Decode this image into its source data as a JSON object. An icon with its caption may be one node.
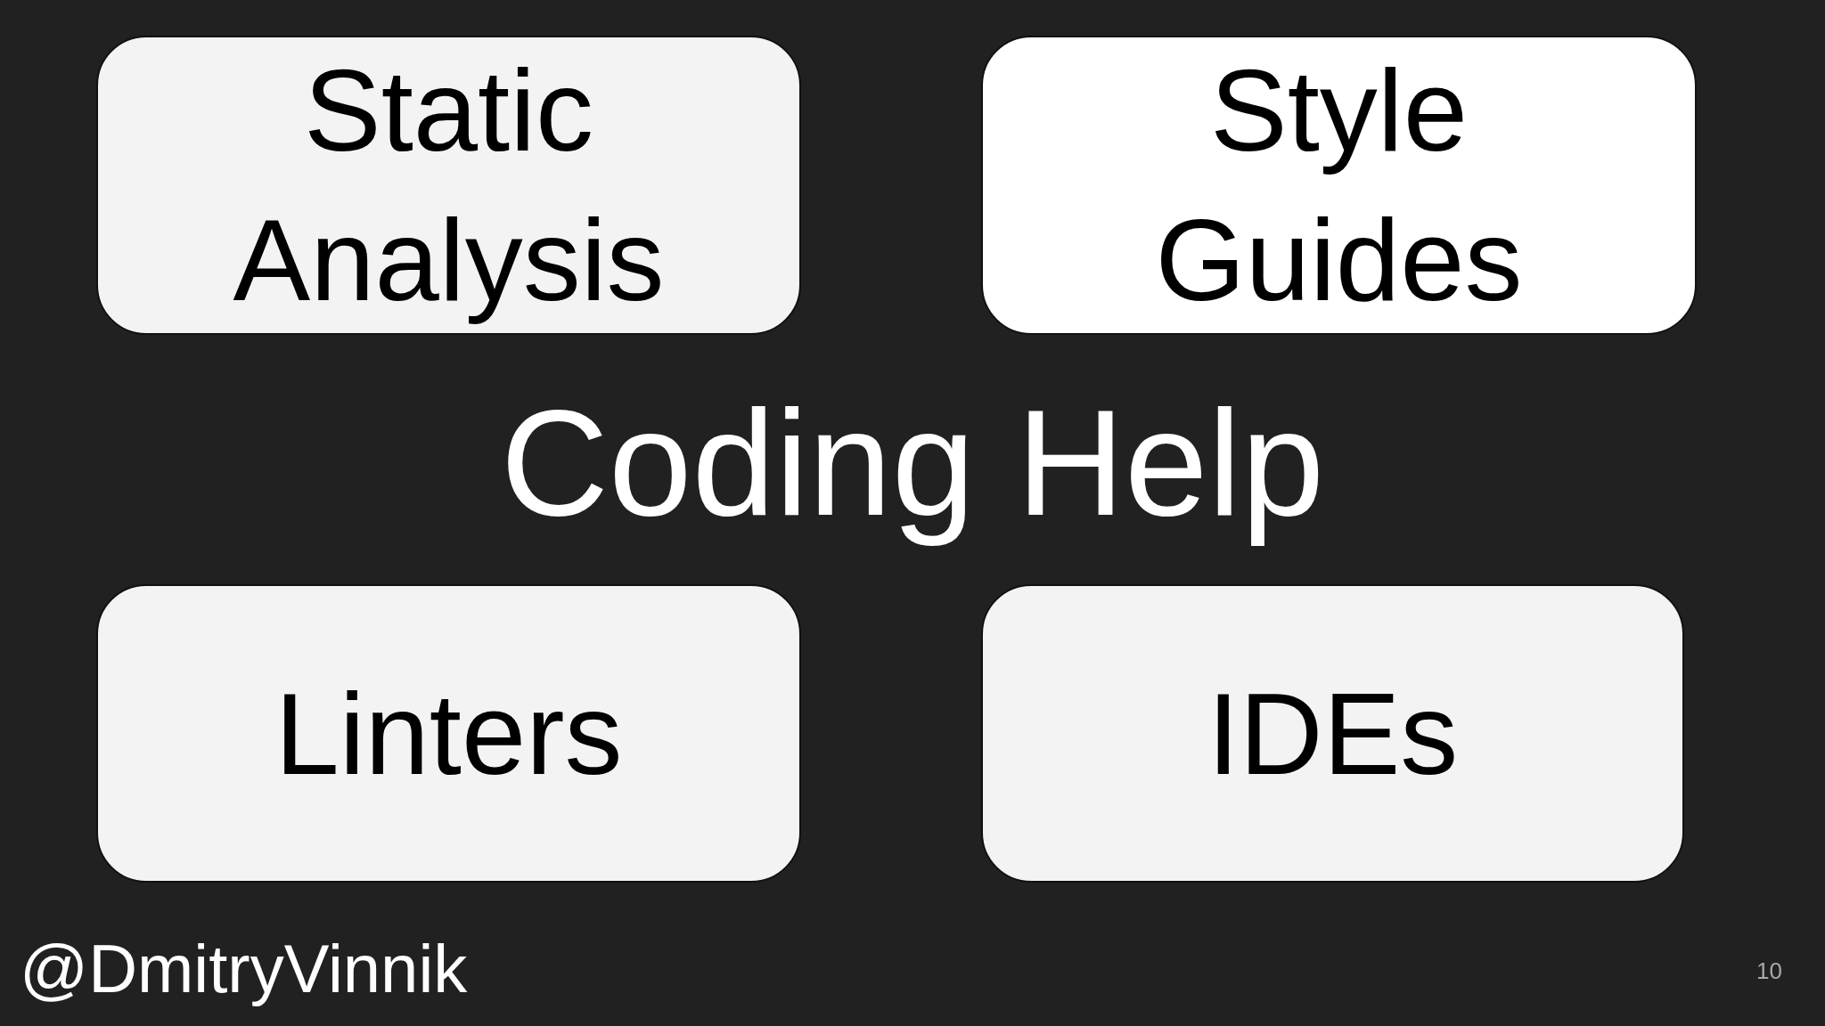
{
  "diagram": {
    "title": "Coding Help",
    "nodes": [
      {
        "text": [
          "Static Analysis"
        ]
      },
      {
        "text": [
          "Style Guides"
        ]
      },
      {
        "text": [
          "Linters"
        ]
      },
      {
        "text": [
          "IDEs"
        ]
      }
    ],
    "labels": [
      "@DmitryVinnik",
      "10"
    ]
  }
}
